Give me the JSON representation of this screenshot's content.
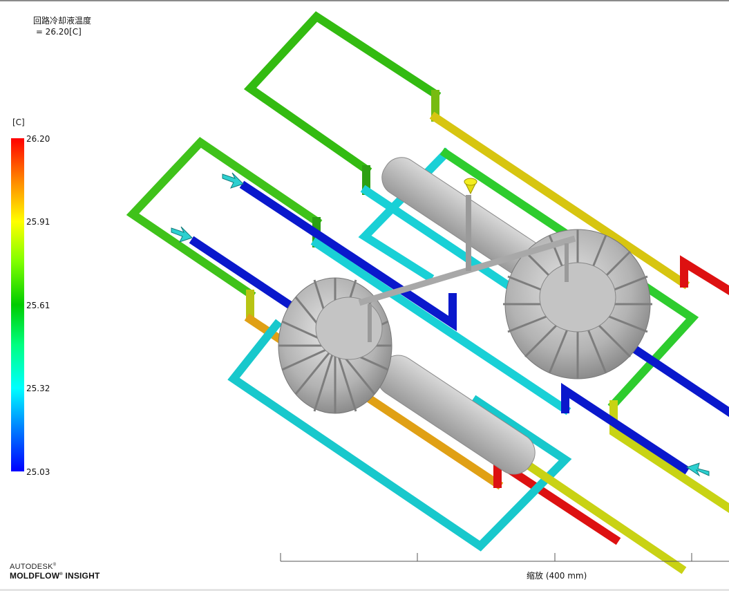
{
  "result": {
    "title": "回路冷却液温度",
    "value_line": " = 26.20[C]"
  },
  "legend": {
    "unit": "[C]",
    "ticks": [
      "26.20",
      "25.91",
      "25.61",
      "25.32",
      "25.03"
    ],
    "colors": {
      "max": "#ff0000",
      "mid_high": "#ffff00",
      "mid": "#00cc00",
      "mid_low": "#00ffff",
      "min": "#0000ff"
    }
  },
  "branding": {
    "company": "AUTODESK",
    "product": "MOLDFLOW",
    "product_suffix": "INSIGHT"
  },
  "scale_bar": {
    "label": "缩放 (400 mm)"
  },
  "scene": {
    "icons": [
      "inlet-arrow-icon",
      "injection-point-icon"
    ],
    "part_color": "#b9b9b9"
  }
}
